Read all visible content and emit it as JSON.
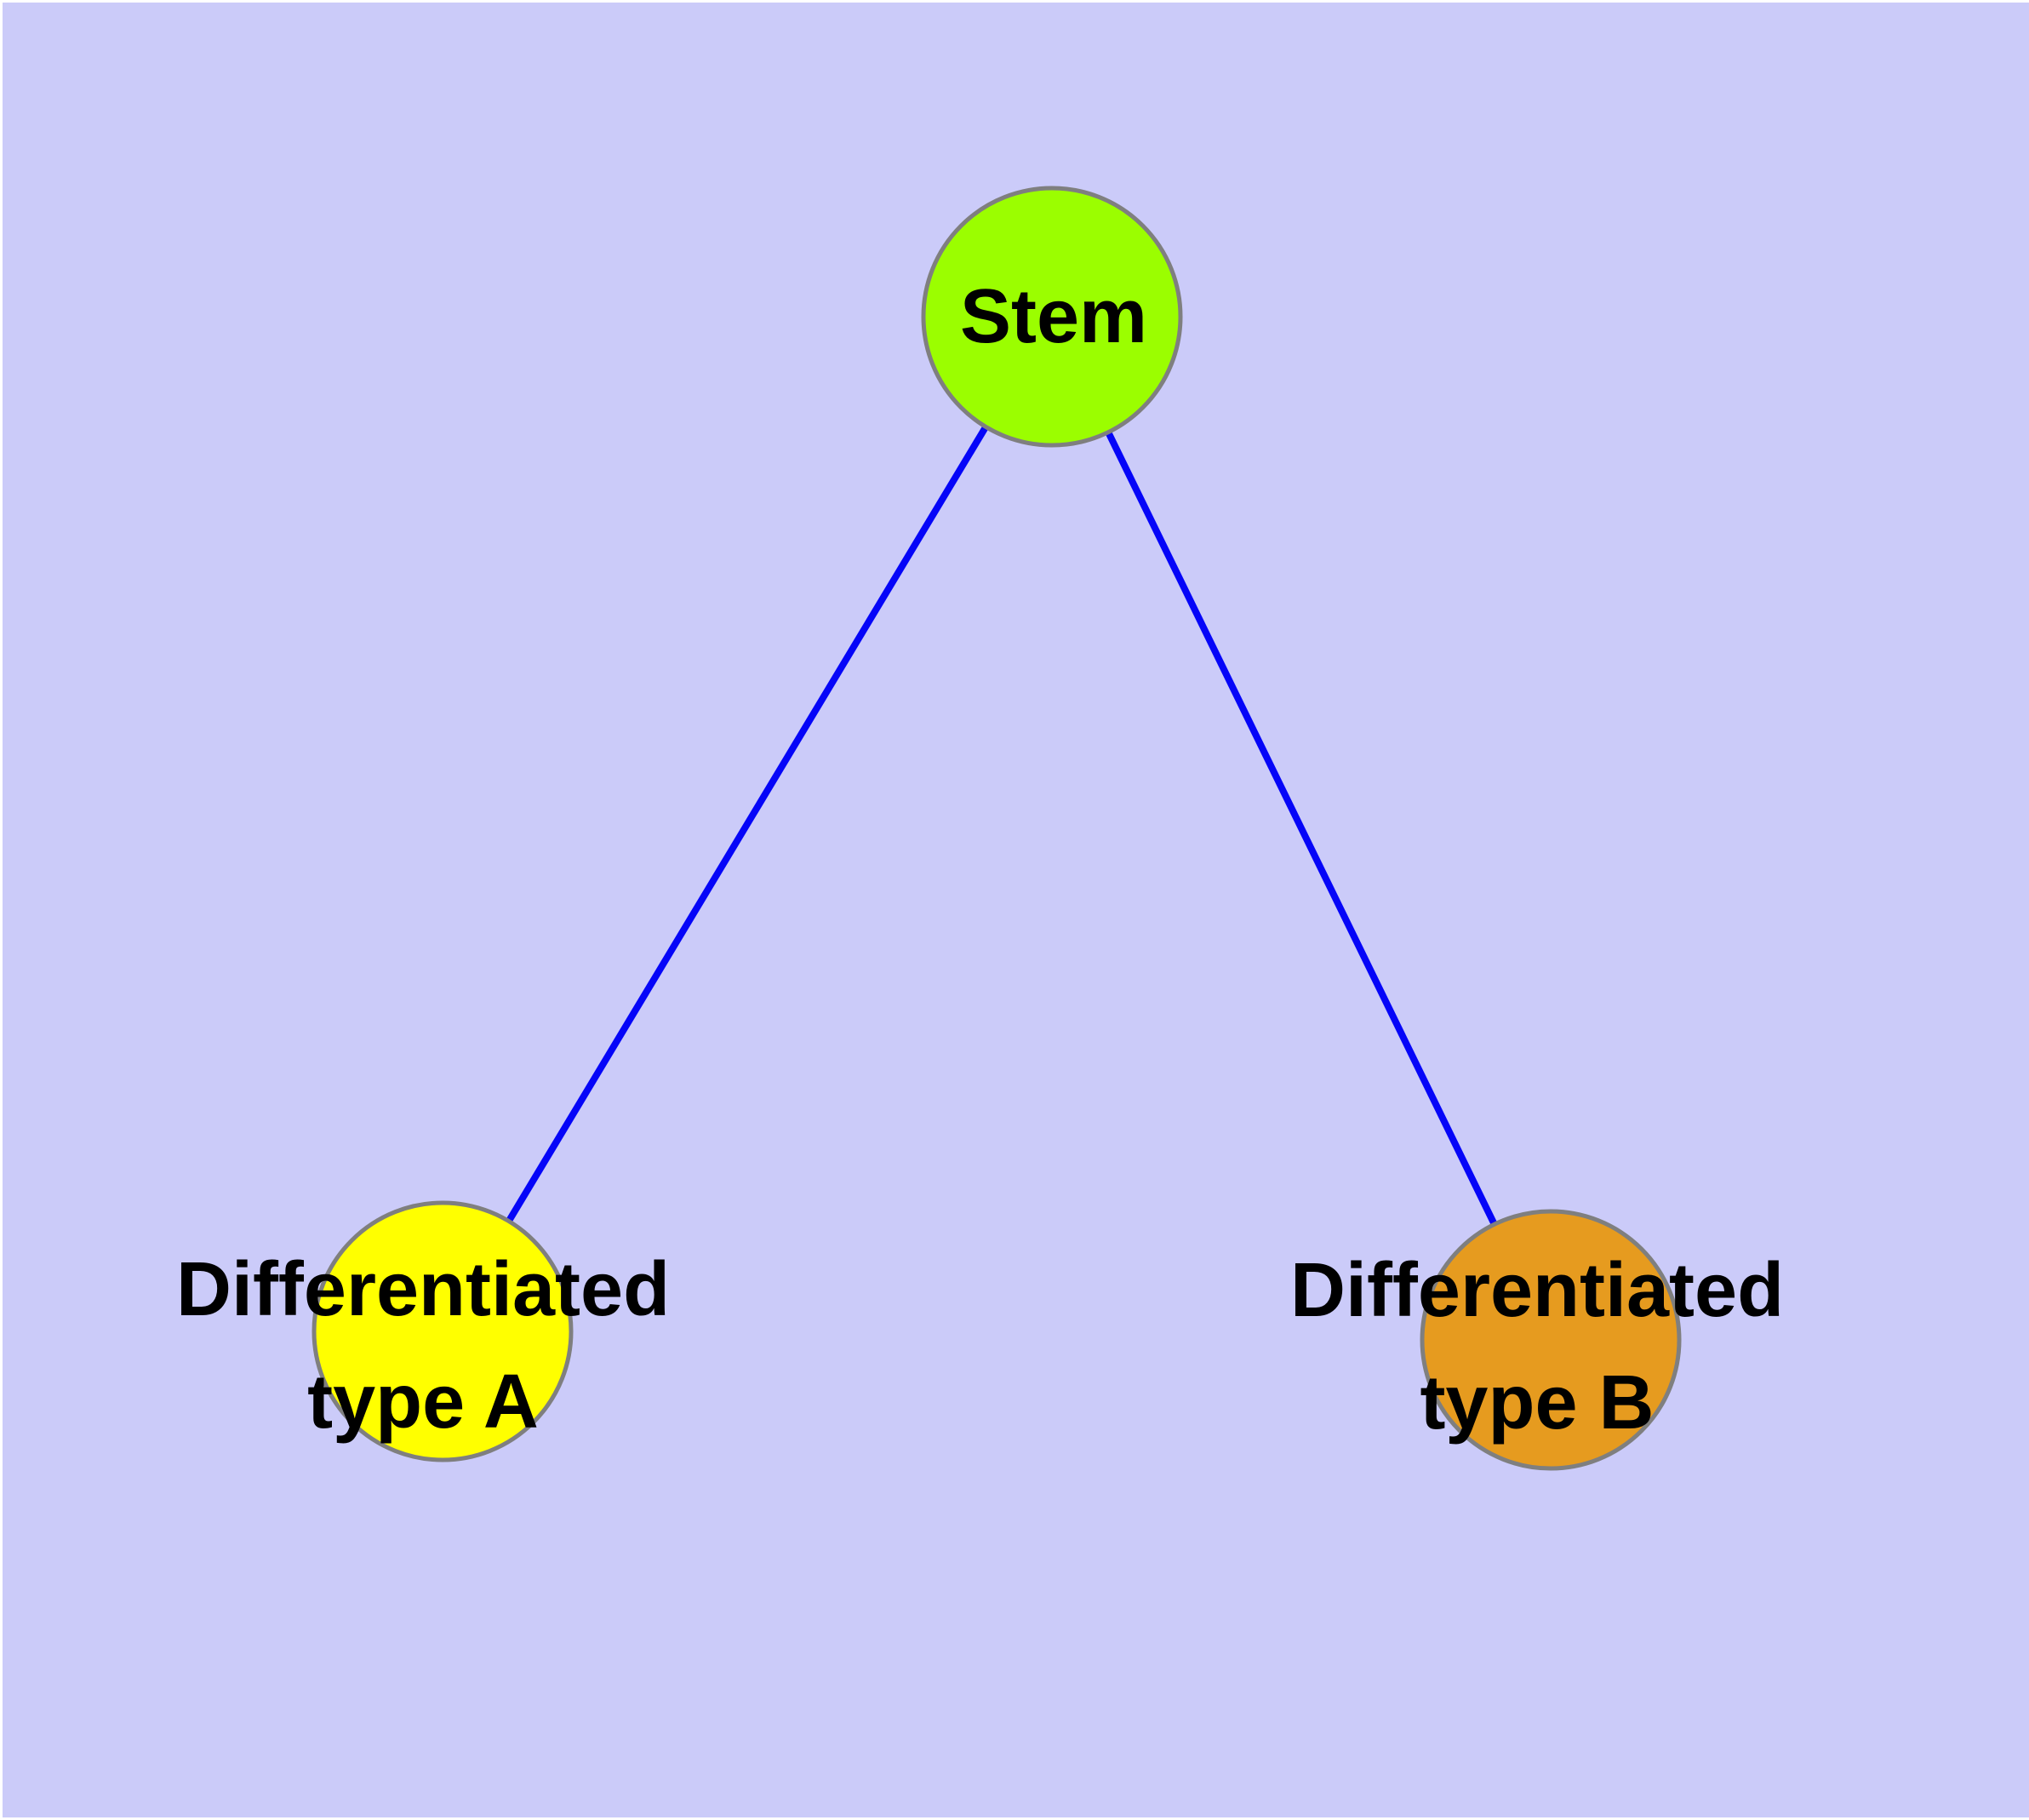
{
  "canvas": {
    "background_color": "#cbcbf9"
  },
  "style": {
    "edge_color": "#0505f8",
    "node_border_color": "#7f7f7f",
    "label_color": "#000000"
  },
  "nodes": [
    {
      "id": "stem",
      "label_lines": [
        "Stem"
      ],
      "color": "#9bfe00"
    },
    {
      "id": "diff-type-a",
      "label_lines": [
        "Differentiated",
        "type A"
      ],
      "color": "#ffff00"
    },
    {
      "id": "diff-type-b",
      "label_lines": [
        "Differentiated",
        "type B"
      ],
      "color": "#e69b1f"
    }
  ],
  "edges": [
    {
      "from": "Stem",
      "to": "Differentiated type A"
    },
    {
      "from": "Stem",
      "to": "Differentiated type B"
    }
  ]
}
